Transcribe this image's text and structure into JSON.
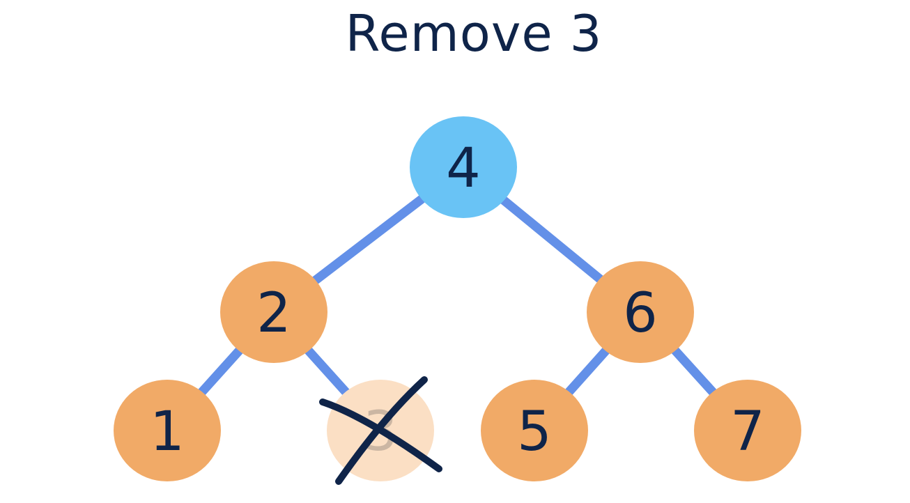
{
  "title": "Remove 3",
  "colors": {
    "text": "#0f2449",
    "edge": "#6390e8",
    "root_fill": "#69c3f5",
    "node_fill": "#f1aa67",
    "removed_fill": "#fbdfc4",
    "removed_text": "#cbb6a3",
    "cross": "#0f2449"
  },
  "nodes": [
    {
      "id": "n4",
      "label": "4",
      "role": "root"
    },
    {
      "id": "n2",
      "label": "2",
      "role": "node"
    },
    {
      "id": "n6",
      "label": "6",
      "role": "node"
    },
    {
      "id": "n1",
      "label": "1",
      "role": "node"
    },
    {
      "id": "n3",
      "label": "3",
      "role": "removed"
    },
    {
      "id": "n5",
      "label": "5",
      "role": "node"
    },
    {
      "id": "n7",
      "label": "7",
      "role": "node"
    }
  ],
  "edges": [
    [
      "n4",
      "n2"
    ],
    [
      "n4",
      "n6"
    ],
    [
      "n2",
      "n1"
    ],
    [
      "n2",
      "n3"
    ],
    [
      "n6",
      "n5"
    ],
    [
      "n6",
      "n7"
    ]
  ],
  "removed_node": "n3"
}
